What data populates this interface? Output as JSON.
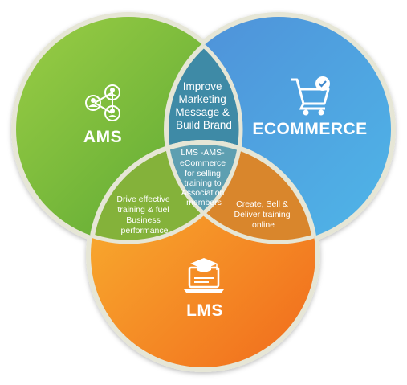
{
  "circles": {
    "ams": {
      "label": "AMS",
      "icon": "people-network-icon",
      "color_start": "#8cc63f",
      "color_end": "#5aa832"
    },
    "ecommerce": {
      "label": "ECOMMERCE",
      "icon": "shopping-cart-check-icon",
      "color_start": "#5aa9e6",
      "color_end": "#3a7fd0"
    },
    "lms": {
      "label": "LMS",
      "icon": "laptop-graduation-cap-icon",
      "color_start": "#f7a428",
      "color_end": "#f26a1b"
    }
  },
  "overlaps": {
    "ams_ecommerce": [
      "Improve",
      "Marketing",
      "Message &",
      "Build Brand"
    ],
    "ams_lms": [
      "Drive effective",
      "training & fuel",
      "Business",
      "performance"
    ],
    "ecommerce_lms": [
      "Create, Sell &",
      "Deliver training",
      "online"
    ],
    "center": [
      "LMS -AMS-",
      "eCommerce",
      "for selling",
      "training to",
      "Association",
      "members"
    ]
  },
  "colors": {
    "ring": "#e8e8d8",
    "overlap_ams_ecommerce": "#3f8fa8",
    "overlap_ams_lms": "#8fb63a",
    "overlap_ecommerce_lms": "#e0882a",
    "center": "#5fa3b0"
  }
}
